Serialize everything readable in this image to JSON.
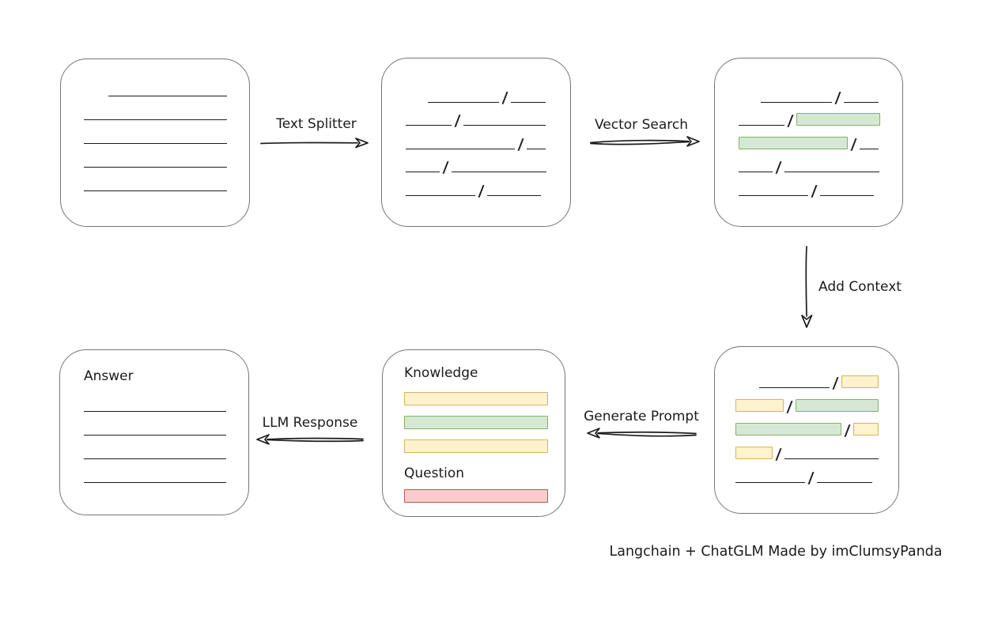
{
  "credit": "Langchain + ChatGLM Made by imClumsyPanda",
  "glyphs": {
    "chunk_separator": "/"
  },
  "colors": {
    "green_fill": "#d5e8d4",
    "green_border": "#82b366",
    "yellow_fill": "#fff2cc",
    "yellow_border": "#d6b656",
    "red_fill": "#f8cecc",
    "red_border": "#b85450",
    "box_border": "#757575",
    "stroke": "#1b1b1b",
    "background": "#ffffff"
  },
  "arrows": {
    "text_splitter": {
      "label": "Text Splitter",
      "direction": "right",
      "style": "single"
    },
    "vector_search": {
      "label": "Vector Search",
      "direction": "right",
      "style": "double"
    },
    "add_context": {
      "label": "Add Context",
      "direction": "down",
      "style": "single"
    },
    "generate_prompt": {
      "label": "Generate Prompt",
      "direction": "left",
      "style": "double"
    },
    "llm_response": {
      "label": "LLM Response",
      "direction": "left",
      "style": "double"
    }
  },
  "boxes": {
    "document": {
      "description": "source document with plain text lines",
      "lines": [
        {
          "indent": 31,
          "w": 150
        },
        {
          "indent": 0,
          "w": 181
        },
        {
          "indent": 0,
          "w": 181
        },
        {
          "indent": 0,
          "w": 181
        },
        {
          "indent": 0,
          "w": 181
        }
      ]
    },
    "split_chunks": {
      "description": "document split into chunks by slashes",
      "rows": [
        [
          {
            "t": "line",
            "w": 90,
            "pre": 28
          },
          {
            "t": "slash"
          },
          {
            "t": "line",
            "w": 44
          }
        ],
        [
          {
            "t": "line",
            "w": 58
          },
          {
            "t": "slash"
          },
          {
            "t": "line",
            "w": 104
          }
        ],
        [
          {
            "t": "line",
            "w": 138
          },
          {
            "t": "slash"
          },
          {
            "t": "line",
            "w": 24
          }
        ],
        [
          {
            "t": "line",
            "w": 43
          },
          {
            "t": "slash"
          },
          {
            "t": "line",
            "w": 120
          }
        ],
        [
          {
            "t": "line",
            "w": 88
          },
          {
            "t": "slash"
          },
          {
            "t": "line",
            "w": 68
          }
        ]
      ]
    },
    "matched_chunks": {
      "description": "chunks matched by vector search highlighted green",
      "rows": [
        [
          {
            "t": "line",
            "w": 90,
            "pre": 28
          },
          {
            "t": "slash"
          },
          {
            "t": "line",
            "w": 44
          }
        ],
        [
          {
            "t": "line",
            "w": 58
          },
          {
            "t": "slash"
          },
          {
            "t": "bar",
            "c": "green",
            "w": 104
          }
        ],
        [
          {
            "t": "bar",
            "c": "green",
            "w": 136
          },
          {
            "t": "slash"
          },
          {
            "t": "line",
            "w": 24
          }
        ],
        [
          {
            "t": "line",
            "w": 43
          },
          {
            "t": "slash"
          },
          {
            "t": "line",
            "w": 120
          }
        ],
        [
          {
            "t": "line",
            "w": 88
          },
          {
            "t": "slash"
          },
          {
            "t": "line",
            "w": 68
          }
        ]
      ]
    },
    "context_chunks": {
      "description": "matched chunks with neighbouring context highlighted yellow",
      "rows": [
        [
          {
            "t": "line",
            "w": 90,
            "pre": 30
          },
          {
            "t": "slash"
          },
          {
            "t": "bar",
            "c": "yellow",
            "w": 45
          }
        ],
        [
          {
            "t": "bar",
            "c": "yellow",
            "w": 60
          },
          {
            "t": "slash"
          },
          {
            "t": "bar",
            "c": "green",
            "w": 104
          }
        ],
        [
          {
            "t": "bar",
            "c": "green",
            "w": 136
          },
          {
            "t": "slash"
          },
          {
            "t": "bar",
            "c": "yellow",
            "w": 31
          }
        ],
        [
          {
            "t": "bar",
            "c": "yellow",
            "w": 45
          },
          {
            "t": "slash"
          },
          {
            "t": "line",
            "w": 120
          }
        ],
        [
          {
            "t": "line",
            "w": 88
          },
          {
            "t": "slash"
          },
          {
            "t": "line",
            "w": 70
          }
        ]
      ]
    },
    "prompt": {
      "knowledge_label": "Knowledge",
      "question_label": "Question",
      "knowledge_bars": [
        "yellow",
        "green",
        "yellow"
      ],
      "question_bars": [
        "red"
      ]
    },
    "answer": {
      "label": "Answer",
      "lines": [
        {
          "indent": 0,
          "w": 182
        },
        {
          "indent": 0,
          "w": 182
        },
        {
          "indent": 0,
          "w": 182
        },
        {
          "indent": 0,
          "w": 182
        }
      ]
    }
  }
}
